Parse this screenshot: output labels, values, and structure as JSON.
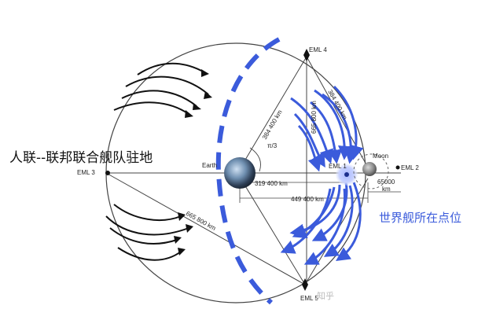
{
  "labels": {
    "eml4": "EML 4",
    "eml5": "EML 5",
    "eml3": "EML 3",
    "eml1": "EML 1",
    "eml2": "EML 2",
    "earth": "Earth",
    "moon": "Moon",
    "dist_earth_eml4": "384 400 km",
    "dist_eml4_eml5": "665 800 km",
    "dist_eml3_eml5": "665 800 km",
    "dist_moon_eml4": "384 400 km",
    "dist_earth_eml1": "319 400 km",
    "dist_earth_moon": "449 400 km",
    "dist_moon_eml2_value": "65000",
    "dist_moon_eml2_unit": "km",
    "angle": "π/3"
  },
  "annotations": {
    "alliance_station": "人联--联邦联合舰队驻地",
    "world_fleet_position": "世界舰所在点位"
  },
  "watermark": "知乎",
  "colors": {
    "blue_annotation": "#3b5bdb",
    "orbit_line": "#333333"
  }
}
